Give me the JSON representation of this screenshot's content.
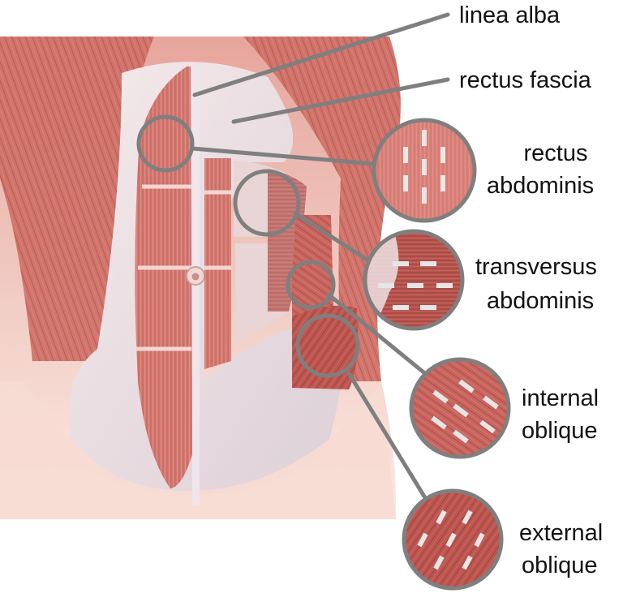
{
  "figure": {
    "subject": "Abdominal muscles anatomy illustration",
    "colors": {
      "background": "#ffffff",
      "muscle": "#d4776f",
      "muscle_dark": "#b5524c",
      "fascia": "#ece3e6",
      "skin": "#f6dcd3",
      "leader_line": "#7f7f7f",
      "fiber_marks": "#e4e4e4"
    }
  },
  "labels": {
    "linea_alba": "linea alba",
    "rectus_fascia": "rectus fascia",
    "rectus_abdominis_1": "rectus",
    "rectus_abdominis_2": "abdominis",
    "transversus_abdominis_1": "transversus",
    "transversus_abdominis_2": "abdominis",
    "internal_oblique_1": "internal",
    "internal_oblique_2": "oblique",
    "external_oblique_1": "external",
    "external_oblique_2": "oblique"
  },
  "callouts": [
    {
      "name": "rectus abdominis",
      "fiber_direction": "vertical"
    },
    {
      "name": "transversus abdominis",
      "fiber_direction": "horizontal"
    },
    {
      "name": "internal oblique",
      "fiber_direction": "diagonal-down-right"
    },
    {
      "name": "external oblique",
      "fiber_direction": "diagonal-up-right"
    }
  ]
}
